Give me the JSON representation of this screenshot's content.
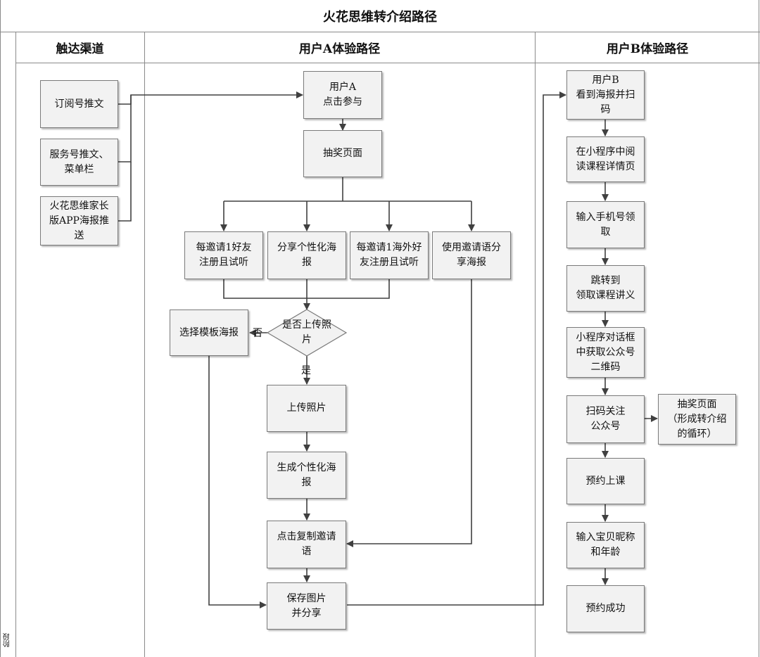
{
  "title": "火花思维转介绍路径",
  "lanes": {
    "channel": "触达渠道",
    "user_a": "用户A体验路径",
    "user_b": "用户B体验路径",
    "stage": "阶段"
  },
  "channel_nodes": {
    "subscription": "订阅号推文",
    "service": "服务号推文、\n菜单栏",
    "app": "火花思维家长\n版APP海报推\n送"
  },
  "a_nodes": {
    "click_join": "用户A\n点击参与",
    "lottery": "抽奖页面",
    "invite_friend": "每邀请1好友\n注册且试听",
    "share_poster": "分享个性化海\n报",
    "invite_overseas": "每邀请1海外好\n友注册且试听",
    "use_invite_text": "使用邀请语分\n享海报",
    "decision": "是否上传照\n片",
    "choose_template": "选择模板海报",
    "upload_photo": "上传照片",
    "generate_poster": "生成个性化海\n报",
    "copy_invite": "点击复制邀请\n语",
    "save_share": "保存图片\n并分享",
    "no_label": "否",
    "yes_label": "是"
  },
  "b_nodes": {
    "scan_poster": "用户B\n看到海报并扫\n码",
    "read_course": "在小程序中阅\n读课程详情页",
    "phone": "输入手机号领\n取",
    "jump": "跳转到\n领取课程讲义",
    "qr": "小程序对话框\n中获取公众号\n二维码",
    "follow": "扫码关注\n公众号",
    "loop": "抽奖页面\n（形成转介绍\n的循环）",
    "book": "预约上课",
    "baby": "输入宝贝昵称\n和年龄",
    "success": "预约成功"
  }
}
